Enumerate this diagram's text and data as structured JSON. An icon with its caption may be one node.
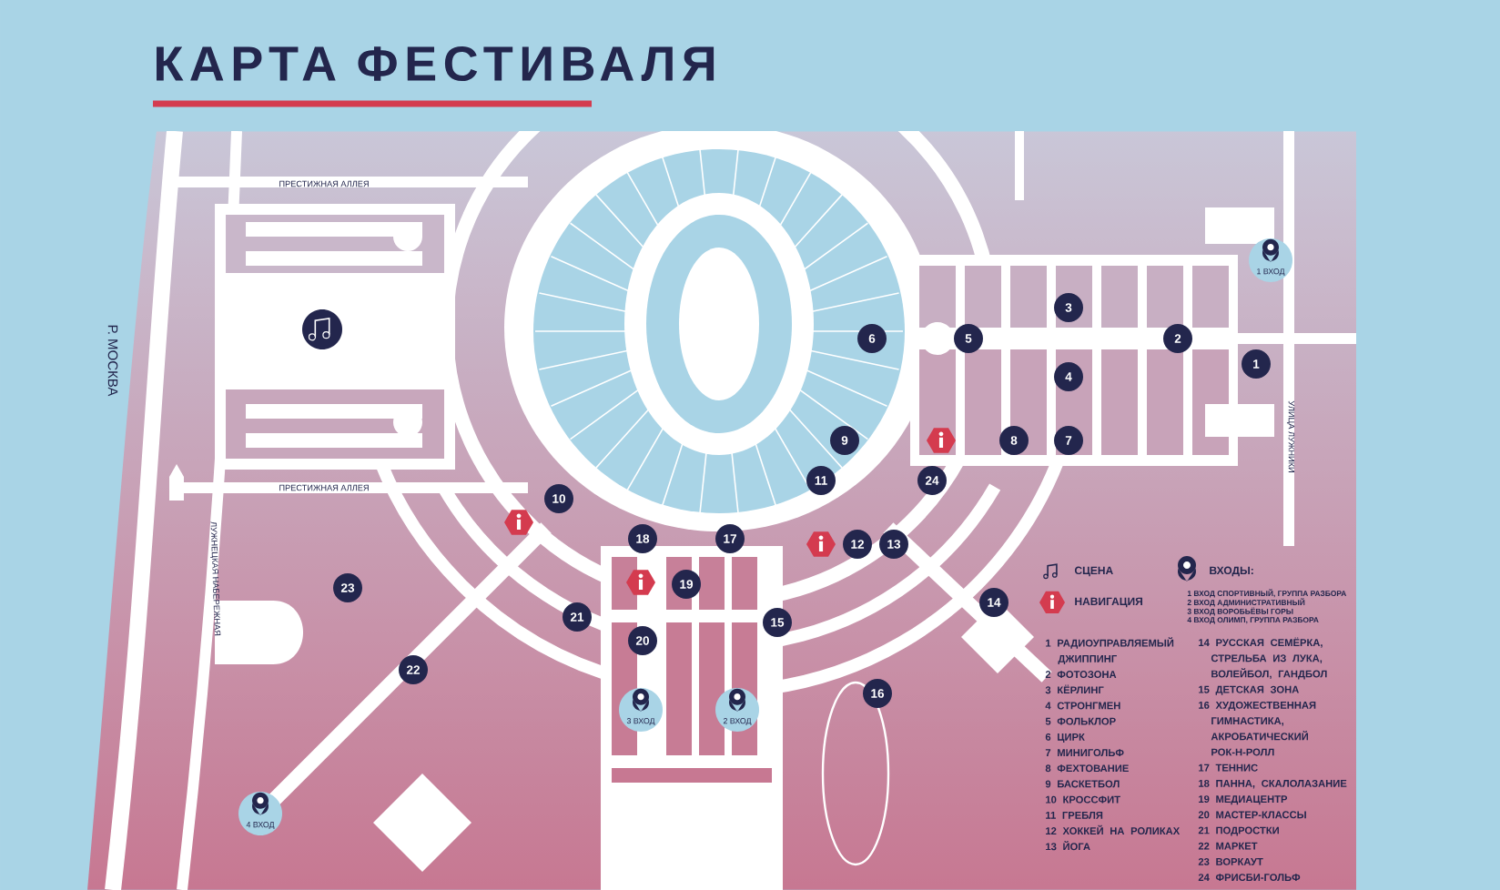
{
  "diagram": {
    "title": "КАРТА ФЕСТИВАЛЯ",
    "labels": [
      "ПРЕСТИЖНАЯ АЛЛЕЯ",
      "Р. МОСКВА",
      "ПРЕСТИЖНАЯ АЛЛЕЯ",
      "ЛУЖНЕЦКАЯ НАБЕРЕЖНАЯ",
      "УЛИЦА ЛУЖНИКИ",
      "1",
      "2",
      "3",
      "4",
      "5",
      "6",
      "7",
      "8",
      "9",
      "10",
      "11",
      "12",
      "13",
      "14",
      "15",
      "16",
      "17",
      "18",
      "19",
      "20",
      "21",
      "22",
      "23",
      "24",
      "1 ВХОД",
      "3 ВХОД",
      "2 ВХОД",
      "4 ВХОД",
      "1 ВХОД СПОРТИВНЫЙ, ГРУППА РАЗБОРА",
      "2 ВХОД АДМИНИСТРАТИВНЫЙ",
      "3 ВХОД ВОРОБЬЁВЫ ГОРЫ",
      "4 ВХОД ОЛИМП, ГРУППА РАЗБОРА",
      "1 РАДИОУПРАВЛЯЕМЫЙ ДЖИППИНГ",
      "2 ФОТОЗОНА",
      "3 КЁРЛИНГ",
      "4 СТРОНГМЕН",
      "5 ФОЛЬКЛОР",
      "6 ЦИРК",
      "7 МИНИГОЛЬФ",
      "8 ФЕХТОВАНИЕ",
      "9 БАСКЕТБОЛ",
      "10 КРОССФИТ",
      "11 ГРЕБЛЯ",
      "12 ХОККЕЙ НА РОЛИКАХ",
      "13 ЙОГА",
      "14 РУССКАЯ СЕМЁРКА, СТРЕЛЬБА ИЗ ЛУКА, ВОЛЕЙБОЛ, ГАНДБОЛ",
      "15 ДЕТСКАЯ ЗОНА",
      "16 ХУДОЖЕСТВЕННАЯ ГИМНАСТИКА, АКРОБАТИЧЕСКИЙ РОК-Н-РОЛЛ",
      "17 ТЕННИС",
      "18 ПАННА, СКАЛОЛАЗАНИЕ",
      "19 МЕДИАЦЕНТР",
      "20 МАСТЕР-КЛАССЫ",
      "21 ПОДРОСТКИ",
      "22 МАРКЕТ",
      "23 ВОРКАУТ",
      "24 ФРИСБИ-ГОЛЬФ"
    ],
    "legend": [
      {
        "text": "СЦЕНА"
      },
      {
        "text": "НАВИГАЦИЯ"
      },
      {
        "text": "ВХОДЫ:"
      }
    ]
  }
}
